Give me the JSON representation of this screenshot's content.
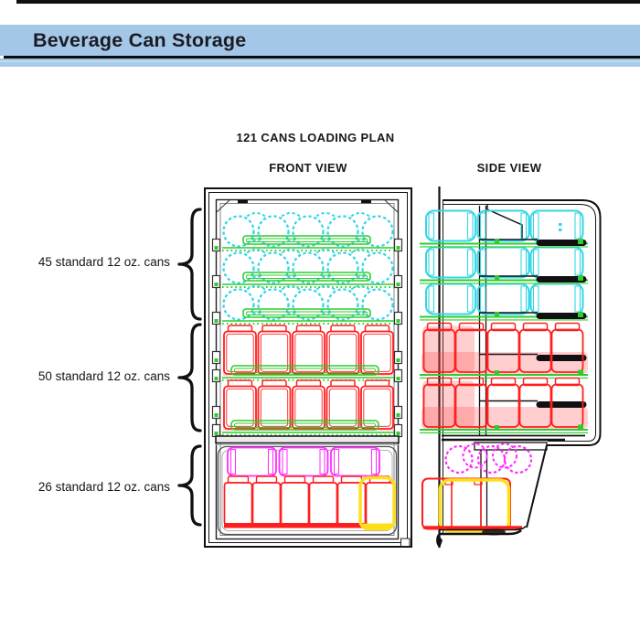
{
  "header": {
    "title": "Beverage Can Storage"
  },
  "diagram": {
    "title": "121 CANS LOADING PLAN",
    "front_view_label": "FRONT VIEW",
    "side_view_label": "SIDE VIEW",
    "total_cans": "121"
  },
  "zones": [
    {
      "label": "45 standard 12 oz. cans",
      "count": 45,
      "rows": 3,
      "cans_per_row_front": 5,
      "orientation": "lying-stacked",
      "color_key": "cyan"
    },
    {
      "label": "50 standard 12 oz. cans",
      "count": 50,
      "rows": 2,
      "cans_per_row_front": 5,
      "orientation": "upright",
      "color_key": "red"
    },
    {
      "label": "26 standard 12 oz. cans",
      "count": 26,
      "lying_front": 3,
      "upright_front": 6,
      "highlighted": 1,
      "color_key": "magenta"
    }
  ],
  "colors": {
    "header_band": "#A4C7E8",
    "line": "#111114",
    "line_soft": "#555558",
    "cyan": "#35D6E6",
    "green": "#2ECC2E",
    "red": "#FF1E1E",
    "red_fill": "rgba(255,75,75,0.27)",
    "magenta": "#FF2BFF",
    "yellow": "#FFDF1A"
  }
}
